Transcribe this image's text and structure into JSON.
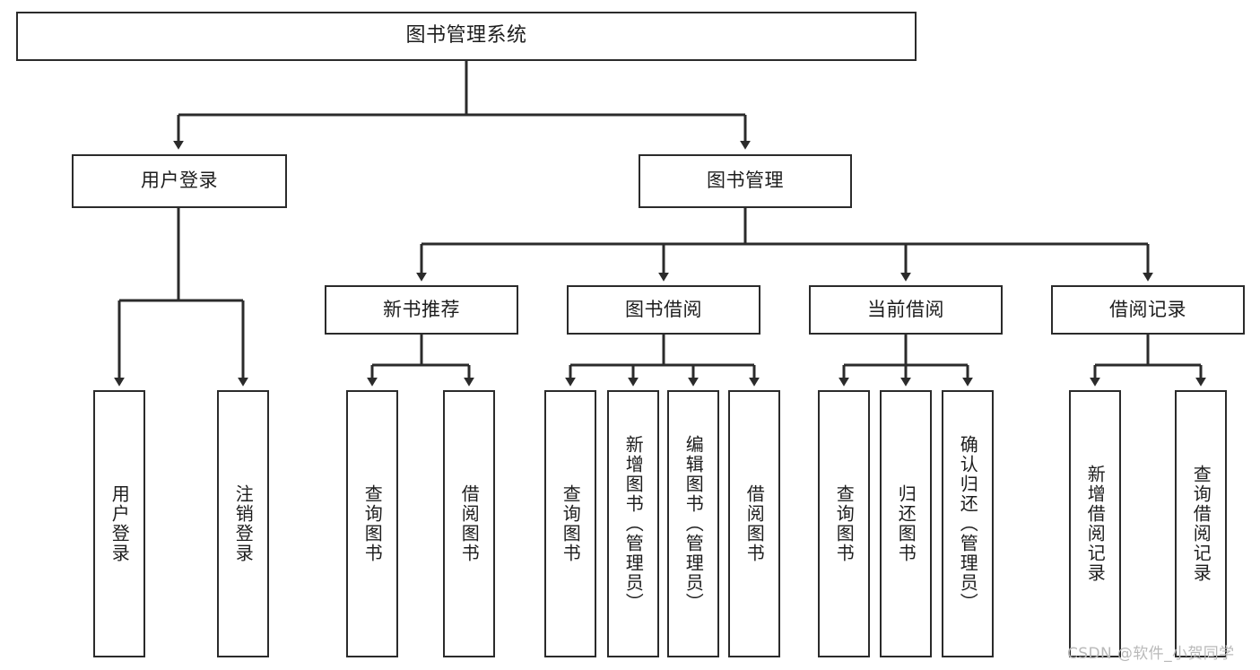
{
  "diagram": {
    "title": "图书管理系统",
    "type": "tree-hierarchy-chart",
    "colors": {
      "background": "#ffffff",
      "box_border": "#2b2b2b",
      "box_fill": "#ffffff",
      "text": "#1d1d1d",
      "edge": "#2b2b2b",
      "watermark": "#b9b9b9"
    },
    "watermark": "CSDN @软件_小贺同学",
    "levels": {
      "level1": [
        {
          "id": "root",
          "label": "图书管理系统"
        }
      ],
      "level2": [
        {
          "id": "user-login",
          "label": "用户登录"
        },
        {
          "id": "book-management",
          "label": "图书管理"
        }
      ],
      "level3": [
        {
          "id": "new-book-recommend",
          "label": "新书推荐"
        },
        {
          "id": "book-borrow",
          "label": "图书借阅"
        },
        {
          "id": "current-borrow",
          "label": "当前借阅"
        },
        {
          "id": "borrow-record",
          "label": "借阅记录"
        }
      ],
      "level4": [
        {
          "id": "leaf-user-login",
          "label": "用户登录",
          "parent": "user-login"
        },
        {
          "id": "leaf-logout-login",
          "label": "注销登录",
          "parent": "user-login"
        },
        {
          "id": "leaf-query-book-1",
          "label": "查询图书",
          "parent": "new-book-recommend"
        },
        {
          "id": "leaf-borrow-book-1",
          "label": "借阅图书",
          "parent": "new-book-recommend"
        },
        {
          "id": "leaf-query-book-2",
          "label": "查询图书",
          "parent": "book-borrow"
        },
        {
          "id": "leaf-add-book",
          "label": "新增图书（管理员）",
          "parent": "book-borrow"
        },
        {
          "id": "leaf-edit-book",
          "label": "编辑图书（管理员）",
          "parent": "book-borrow"
        },
        {
          "id": "leaf-borrow-book-2",
          "label": "借阅图书",
          "parent": "book-borrow"
        },
        {
          "id": "leaf-query-book-3",
          "label": "查询图书",
          "parent": "current-borrow"
        },
        {
          "id": "leaf-return-book",
          "label": "归还图书",
          "parent": "current-borrow"
        },
        {
          "id": "leaf-confirm-return",
          "label": "确认归还（管理员）",
          "parent": "current-borrow"
        },
        {
          "id": "leaf-add-record",
          "label": "新增借阅记录",
          "parent": "borrow-record"
        },
        {
          "id": "leaf-query-record",
          "label": "查询借阅记录",
          "parent": "borrow-record"
        }
      ]
    }
  }
}
